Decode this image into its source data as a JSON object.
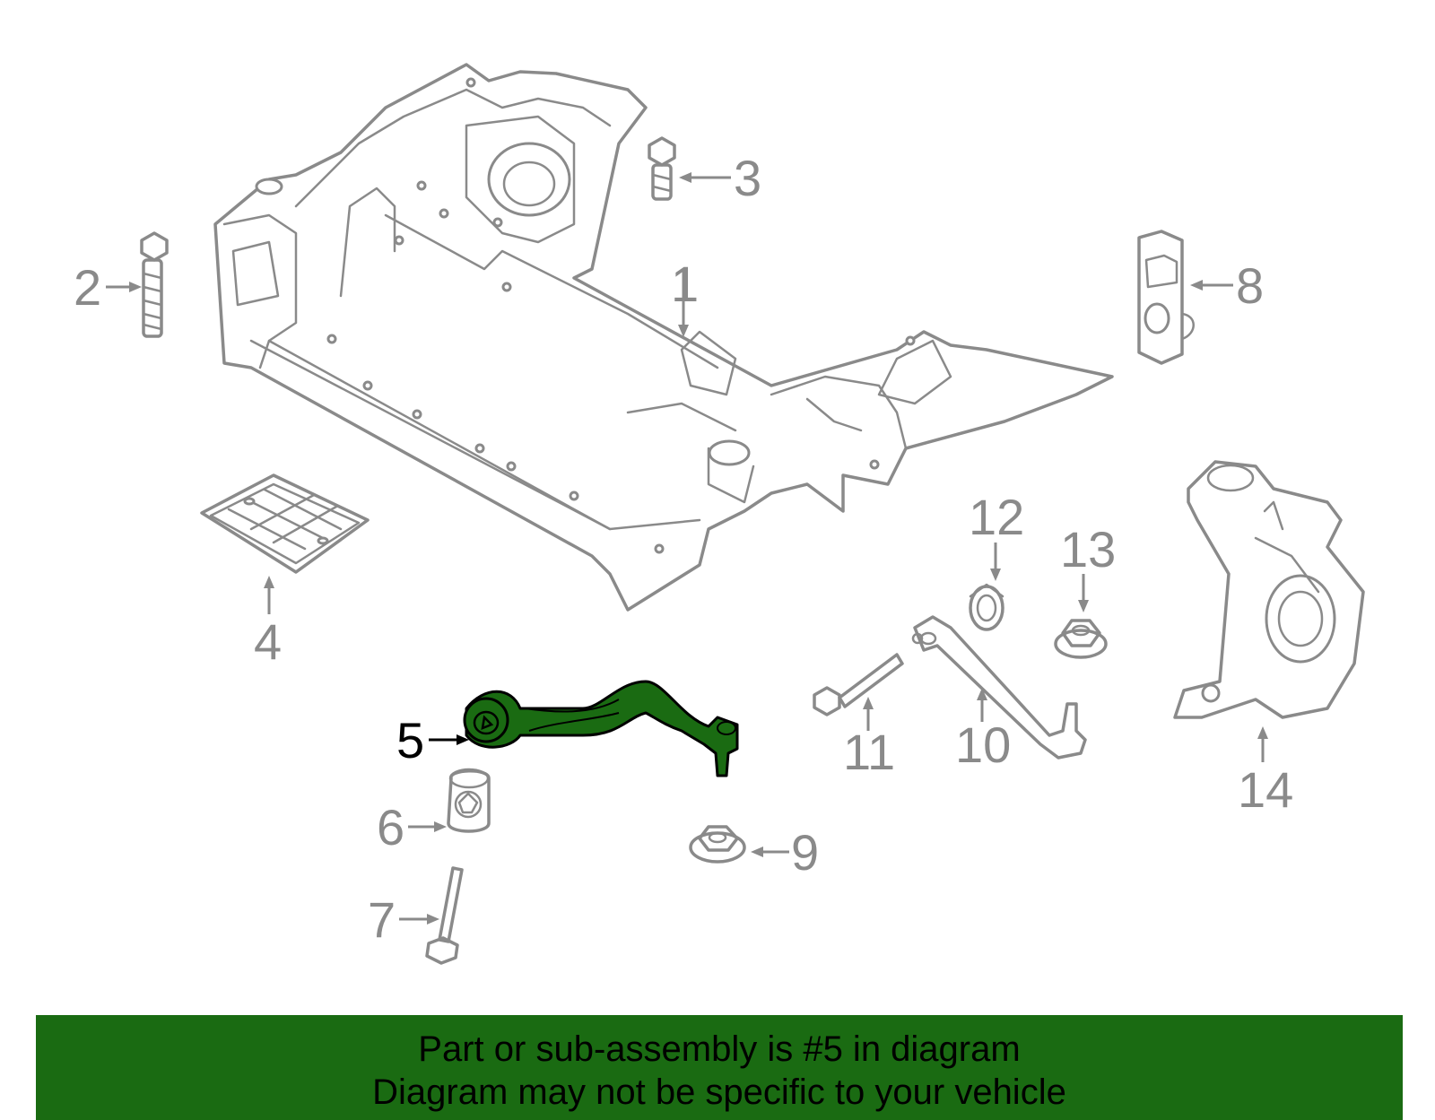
{
  "callouts": [
    {
      "id": "1",
      "label": "1"
    },
    {
      "id": "2",
      "label": "2"
    },
    {
      "id": "3",
      "label": "3"
    },
    {
      "id": "4",
      "label": "4"
    },
    {
      "id": "5",
      "label": "5"
    },
    {
      "id": "6",
      "label": "6"
    },
    {
      "id": "7",
      "label": "7"
    },
    {
      "id": "8",
      "label": "8"
    },
    {
      "id": "9",
      "label": "9"
    },
    {
      "id": "10",
      "label": "10"
    },
    {
      "id": "11",
      "label": "11"
    },
    {
      "id": "12",
      "label": "12"
    },
    {
      "id": "13",
      "label": "13"
    },
    {
      "id": "14",
      "label": "14"
    }
  ],
  "highlight": {
    "part": "5",
    "color": "#1a6b12"
  },
  "banner": {
    "line1": "Part or sub-assembly is #5 in diagram",
    "line2": "Diagram may not be specific to your vehicle",
    "background": "#1a6b12"
  }
}
